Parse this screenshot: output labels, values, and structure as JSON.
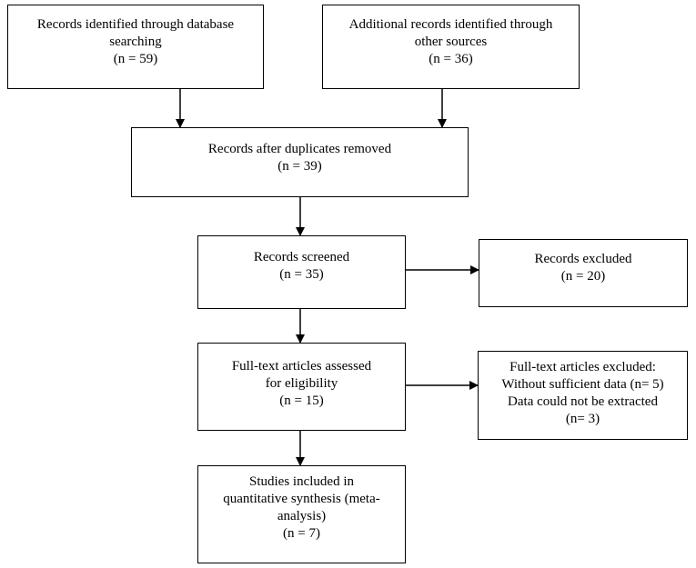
{
  "boxes": {
    "identified_db": {
      "line1": "Records identified through database",
      "line2": "searching",
      "line3": "(n = 59)"
    },
    "identified_other": {
      "line1": "Additional records identified through",
      "line2": "other sources",
      "line3": "(n = 36)"
    },
    "after_duplicates": {
      "line1": "Records after duplicates removed",
      "line2": "(n = 39)"
    },
    "screened": {
      "line1": "Records screened",
      "line2": "(n = 35)"
    },
    "excluded": {
      "line1": "Records excluded",
      "line2": "(n = 20)"
    },
    "fulltext_assessed": {
      "line1": "Full-text articles assessed",
      "line2": "for eligibility",
      "line3": "(n = 15)"
    },
    "fulltext_excluded": {
      "line1": "Full-text articles excluded:",
      "line2": "Without sufficient data (n= 5)",
      "line3": "Data could not be extracted",
      "line4": "(n= 3)"
    },
    "included": {
      "line1": "Studies included in",
      "line2": "quantitative synthesis (meta-",
      "line3": "analysis)",
      "line4": "(n = 7)"
    }
  }
}
